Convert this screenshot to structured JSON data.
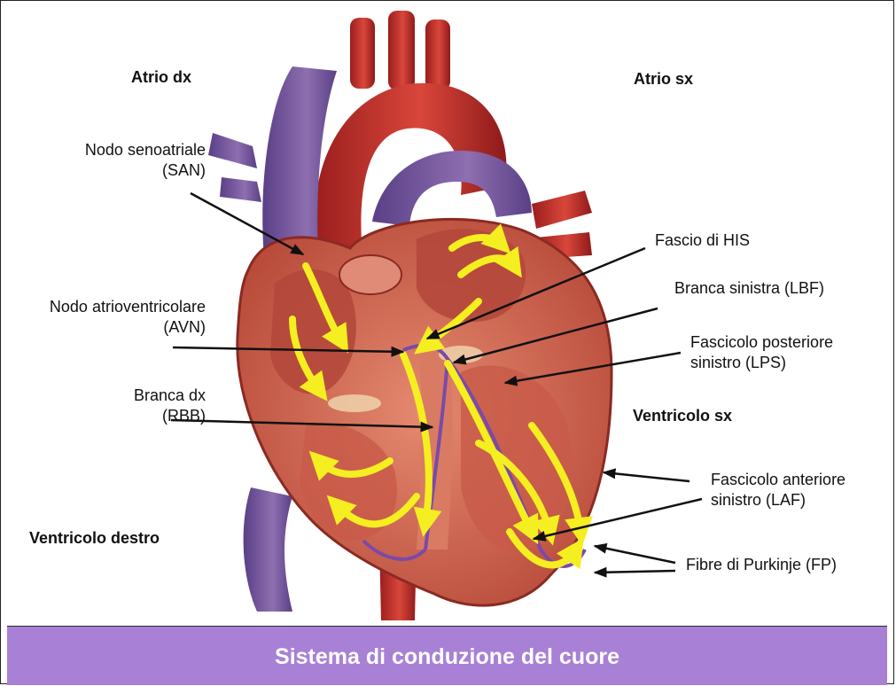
{
  "labels": {
    "atrio_dx": "Atrio dx",
    "atrio_sx": "Atrio sx",
    "san_line1": "Nodo senoatriale",
    "san_line2": "(SAN)",
    "his": "Fascio di HIS",
    "lbf": "Branca sinistra (LBF)",
    "avn_line1": "Nodo atrioventricolare",
    "avn_line2": "(AVN)",
    "lps_line1": "Fascicolo posteriore",
    "lps_line2": "sinistro (LPS)",
    "rbb_line1": "Branca dx",
    "rbb_line2": "(RBB)",
    "ventricolo_sx": "Ventricolo sx",
    "laf_line1": "Fascicolo anteriore",
    "laf_line2": "sinistro (LAF)",
    "ventricolo_destro": "Ventricolo destro",
    "fp": "Fibre di Purkinje (FP)"
  },
  "banner": {
    "title": "Sistema di conduzione del cuore"
  },
  "colors": {
    "myocardium": "#d9705a",
    "myocardium_dark": "#a83a30",
    "vessel_blue": "#7a5a9a",
    "artery_red": "#c8302a",
    "conduction_yellow": "#f5ee20",
    "banner": "#a880d6"
  }
}
